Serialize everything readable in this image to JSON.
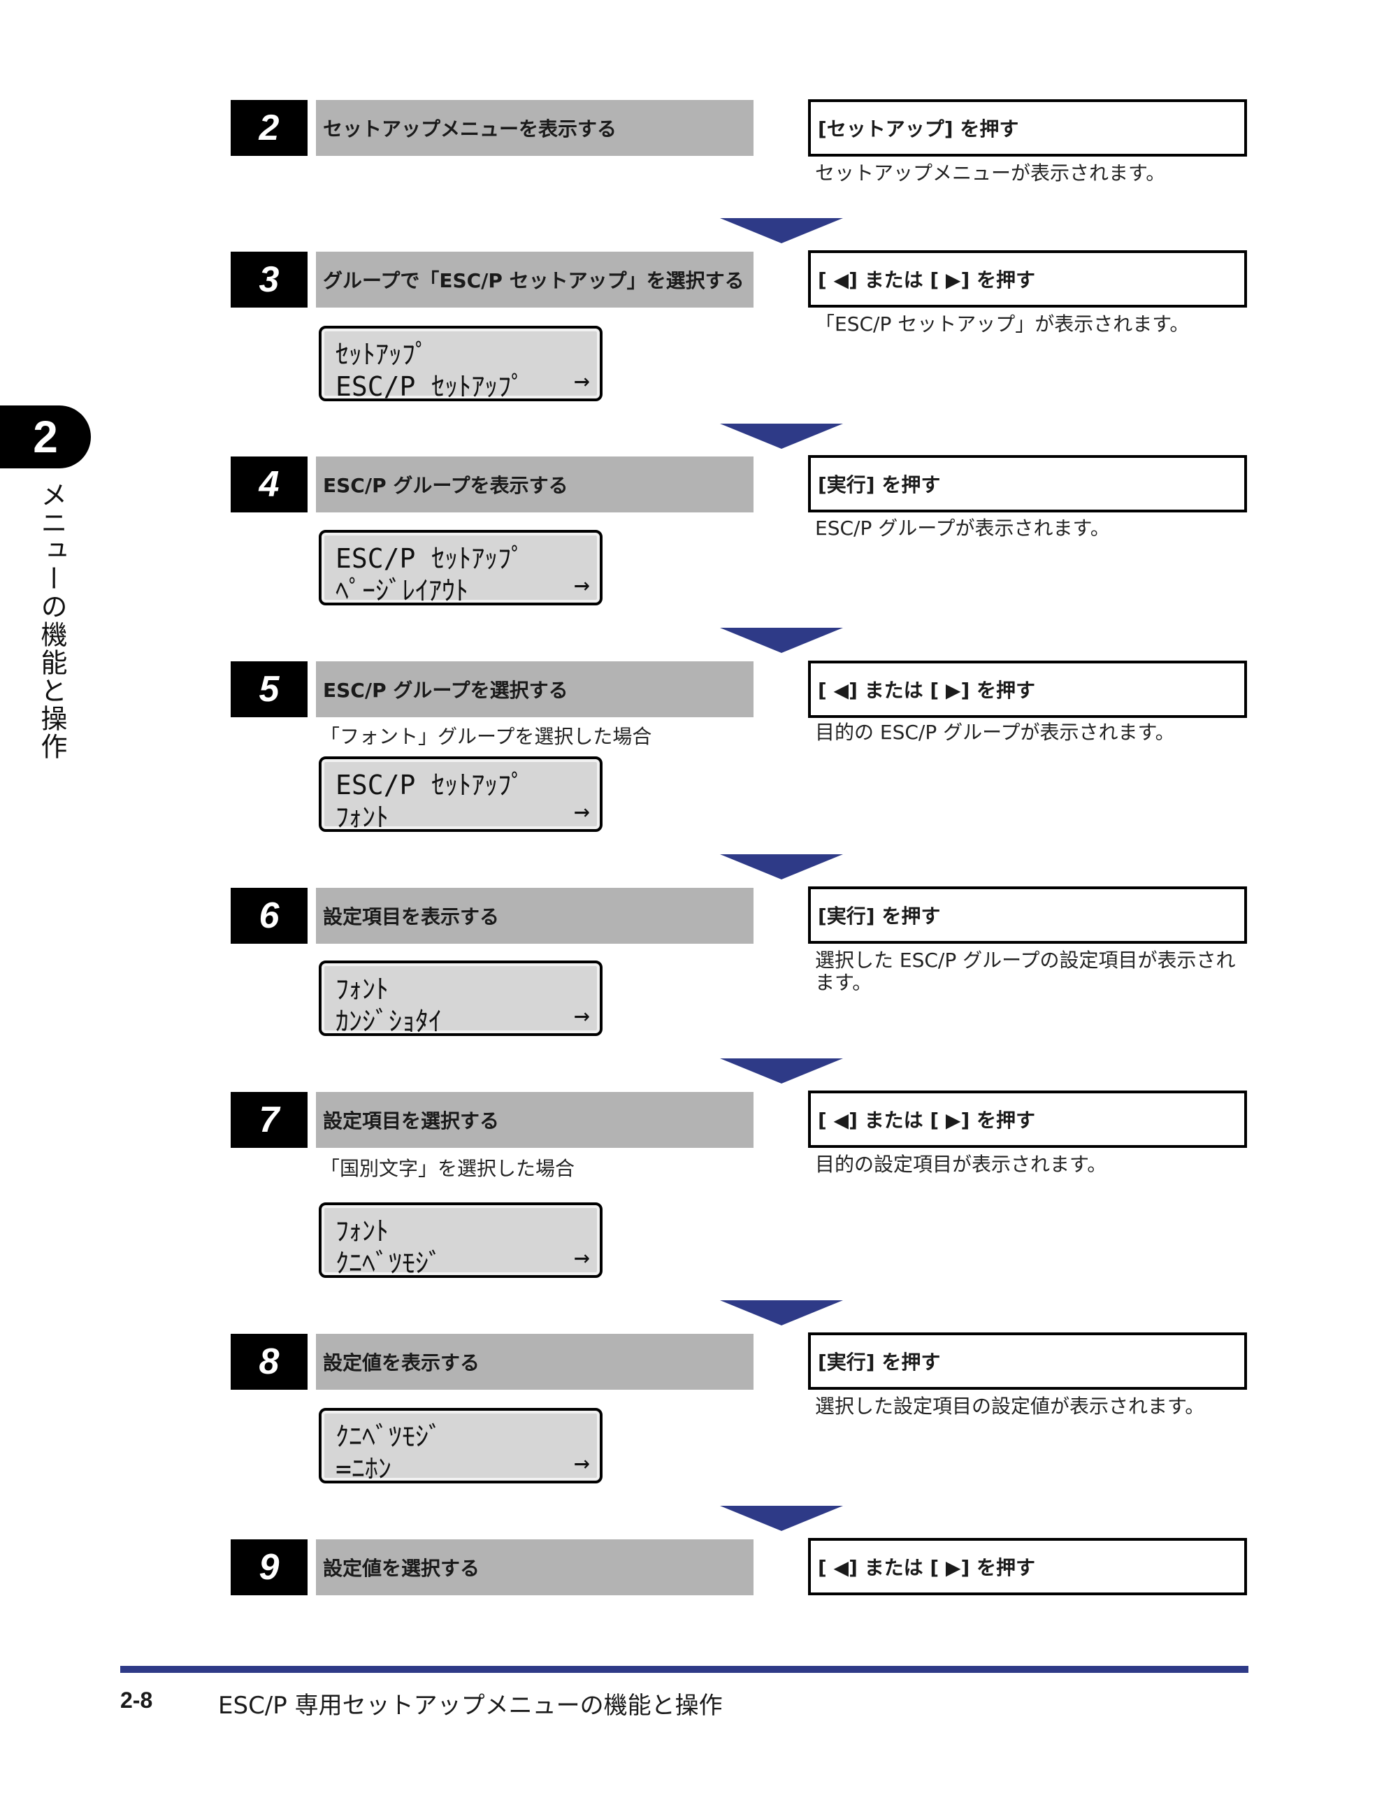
{
  "chapter": {
    "number": "2",
    "side_title": "メニューの機能と操作"
  },
  "steps": [
    {
      "num": "2",
      "title": "セットアップメニューを表示する",
      "action": "[セットアップ] を押す",
      "result": "セットアップメニューが表示されます。",
      "note": "",
      "lcd": null
    },
    {
      "num": "3",
      "title": "グループで「ESC/P セットアップ」を選択する",
      "action": "[ ◀] または [ ▶] を押す",
      "result": "「ESC/P セットアップ」が表示されます。",
      "note": "",
      "lcd": {
        "line1": "ｾｯﾄｱｯﾌﾟ",
        "line2": "ESC/P ｾｯﾄｱｯﾌﾟ",
        "arrow": "→"
      }
    },
    {
      "num": "4",
      "title": "ESC/P グループを表示する",
      "action": "[実行] を押す",
      "result": "ESC/P グループが表示されます。",
      "note": "",
      "lcd": {
        "line1": "ESC/P ｾｯﾄｱｯﾌﾟ",
        "line2": "ﾍﾟｰｼﾞﾚｲｱｳﾄ",
        "arrow": "→"
      }
    },
    {
      "num": "5",
      "title": "ESC/P グループを選択する",
      "action": "[ ◀] または [ ▶] を押す",
      "result": "目的の ESC/P グループが表示されます。",
      "note": "「フォント」グループを選択した場合",
      "lcd": {
        "line1": "ESC/P ｾｯﾄｱｯﾌﾟ",
        "line2": "ﾌｫﾝﾄ",
        "arrow": "→"
      }
    },
    {
      "num": "6",
      "title": "設定項目を表示する",
      "action": "[実行] を押す",
      "result": "選択した ESC/P グループの設定項目が表示されます。",
      "note": "",
      "lcd": {
        "line1": "ﾌｫﾝﾄ",
        "line2": "ｶﾝｼﾞｼｮﾀｲ",
        "arrow": "→"
      }
    },
    {
      "num": "7",
      "title": "設定項目を選択する",
      "action": "[ ◀] または [ ▶] を押す",
      "result": "目的の設定項目が表示されます。",
      "note": "「国別文字」を選択した場合",
      "lcd": {
        "line1": "ﾌｫﾝﾄ",
        "line2": "ｸﾆﾍﾞﾂﾓｼﾞ",
        "arrow": "→"
      }
    },
    {
      "num": "8",
      "title": "設定値を表示する",
      "action": "[実行] を押す",
      "result": "選択した設定項目の設定値が表示されます。",
      "note": "",
      "lcd": {
        "line1": "ｸﾆﾍﾞﾂﾓｼﾞ",
        "line2": "=ﾆﾎﾝ",
        "arrow": "→"
      }
    },
    {
      "num": "9",
      "title": "設定値を選択する",
      "action": "[ ◀] または [ ▶] を押す",
      "result": "",
      "note": "",
      "lcd": null
    }
  ],
  "footer": {
    "page": "2-8",
    "title": "ESC/P 専用セットアップメニューの機能と操作"
  },
  "colors": {
    "accent": "#2e3a87",
    "step_bar": "#b3b3b3",
    "lcd_bg": "#d6d6d6"
  }
}
